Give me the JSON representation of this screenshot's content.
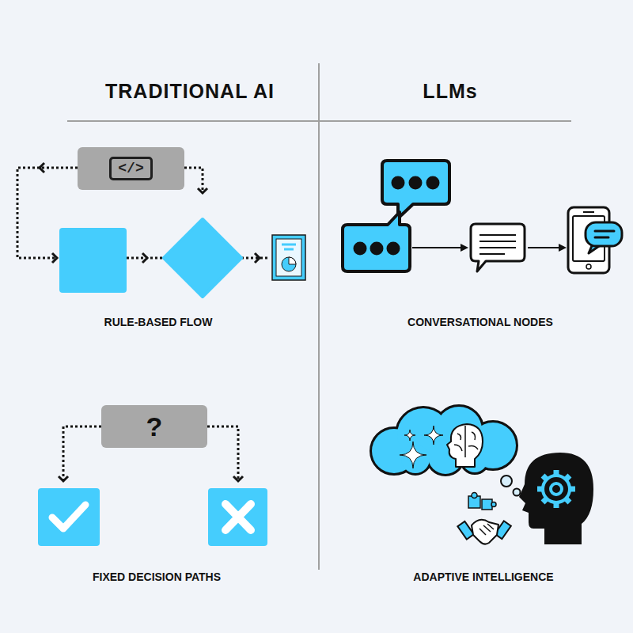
{
  "diagram": {
    "nodes": [
      {
        "text": [
          "</>"
        ]
      },
      {
        "text": [
          "?"
        ]
      }
    ],
    "labels": [
      "TRADITIONAL AI",
      "LLMs",
      "RULE-BASED FLOW",
      "CONVERSATIONAL NODES",
      "FIXED DECISION PATHS",
      "ADAPTIVE INTELLIGENCE"
    ]
  }
}
